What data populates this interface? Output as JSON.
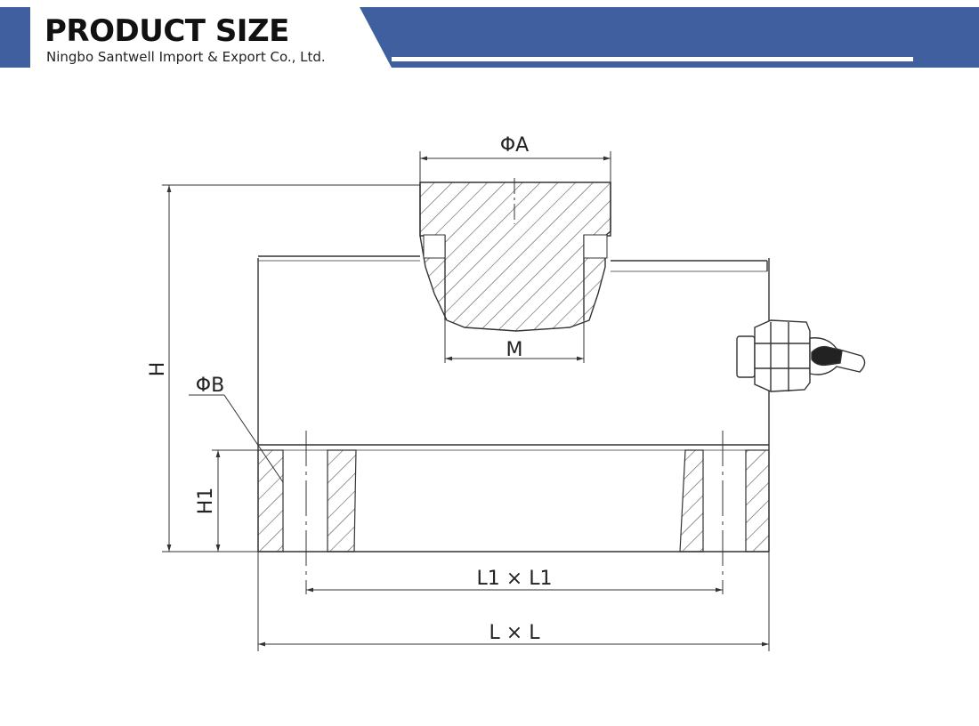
{
  "header": {
    "title": "PRODUCT SIZE",
    "subtitle": "Ningbo Santwell Import & Export Co., Ltd.",
    "accent_color": "#3f5f9f",
    "icon": "left-blue-block"
  },
  "diagram": {
    "labels": {
      "phi_a": "ΦA",
      "m": "M",
      "h": "H",
      "phi_b": "ΦB",
      "h1": "H1",
      "l1xl1": "L1 × L1",
      "lxl": "L × L"
    },
    "line_color": "#333333"
  }
}
